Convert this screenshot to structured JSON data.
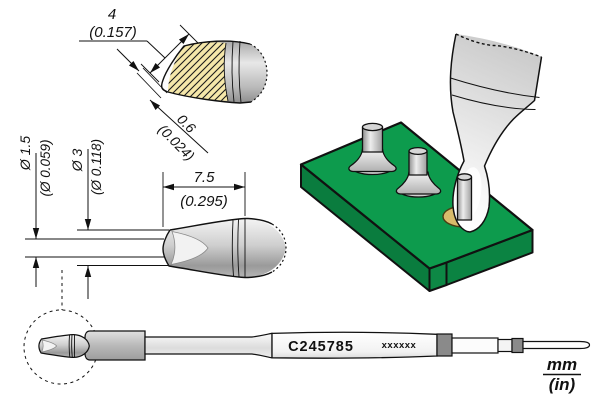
{
  "drawing": {
    "part_number": "C245785",
    "marking_placeholder": "xxxxxx",
    "units": {
      "primary": "mm",
      "secondary": "(in)"
    },
    "dimensions": {
      "face_width_mm": "4",
      "face_width_in": "(0.157)",
      "edge_thickness_mm": "0.6",
      "edge_thickness_in": "(0.024)",
      "tip_diameter_mm": "Ø 1.5",
      "tip_diameter_in": "(Ø 0.059)",
      "shaft_diameter_mm": "Ø 3",
      "shaft_diameter_in": "(Ø 0.118)",
      "tip_length_mm": "7.5",
      "tip_length_in": "(0.295)"
    },
    "colors": {
      "hatch_fill": "#F5E7A9",
      "pcb_top": "#0D9B4D",
      "pcb_side_left": "#0A7C3E",
      "pcb_side_right": "#0B8342",
      "pcb_corner": "#0D8845",
      "solder_pad": "#D8BB6B",
      "line": "#111111"
    }
  }
}
